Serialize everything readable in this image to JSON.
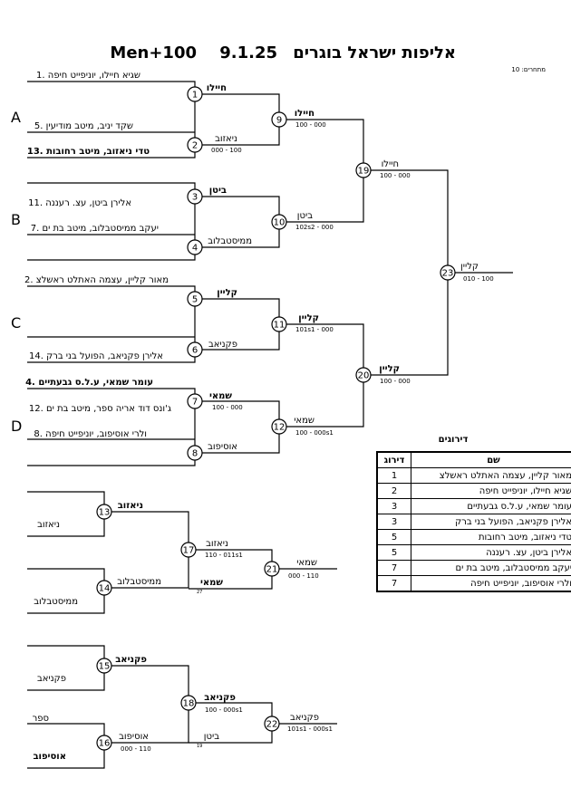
{
  "header": {
    "title": "אליפות ישראל בוגרים",
    "date": "9.1.25",
    "category": "Men+100",
    "participants": "מתחרים: 10"
  },
  "pools": [
    "A",
    "B",
    "C",
    "D"
  ],
  "entries": [
    {
      "text": "1. שגיא חיילו, יוניפייט חיפה",
      "bold": false
    },
    {
      "text": "5. שקד יניב, מיטב מודיעין",
      "bold": false
    },
    {
      "text": "13. טדי ניאזוב, מיטב רחובות",
      "bold": true
    },
    {
      "text": "11. אלירן ביטן, עצ. רעננה",
      "bold": false
    },
    {
      "text": "7. יעקב ממיסטבלוב, מיטב בת ים",
      "bold": false
    },
    {
      "text": "2. מאור קליין, עצמה האתלט ראשלצ",
      "bold": false
    },
    {
      "text": "14. אלירן פקניאב, הפועל בני ברק",
      "bold": false
    },
    {
      "text": "4. עומר שמאי, ע.ל.ס גבעתיים",
      "bold": true
    },
    {
      "text": "12. ג'ונס דוד אריה ספר, מיטב בת ים",
      "bold": false
    },
    {
      "text": "8. ולרי אוסיפוב, יוניפייט חיפה",
      "bold": false
    }
  ],
  "matches": [
    {
      "id": "1",
      "top": "חיילו",
      "bottom": "",
      "score": ""
    },
    {
      "id": "2",
      "top": "ניאזוב",
      "bottom": "",
      "score": "000 - 100"
    },
    {
      "id": "3",
      "top": "ביטן",
      "bottom": "",
      "score": ""
    },
    {
      "id": "4",
      "top": "ממיסטבלוב",
      "bottom": "",
      "score": ""
    },
    {
      "id": "5",
      "top": "קליין",
      "bottom": "",
      "score": ""
    },
    {
      "id": "6",
      "top": "פקניאב",
      "bottom": "",
      "score": ""
    },
    {
      "id": "7",
      "top": "שמאי",
      "bottom": "",
      "score": "100 - 000"
    },
    {
      "id": "8",
      "top": "אוסיפוב",
      "bottom": "",
      "score": ""
    },
    {
      "id": "9",
      "top": "חיילו",
      "bottom": "",
      "score": "100 - 000"
    },
    {
      "id": "10",
      "top": "ביטן",
      "bottom": "",
      "score": "102s2 - 000"
    },
    {
      "id": "11",
      "top": "קליין",
      "bottom": "",
      "score": "101s1 - 000"
    },
    {
      "id": "12",
      "top": "שמאי",
      "bottom": "",
      "score": "100 - 000s1"
    },
    {
      "id": "19",
      "top": "חיילו",
      "bottom": "",
      "score": "100 - 000"
    },
    {
      "id": "20",
      "top": "קליין",
      "bottom": "",
      "score": "100 - 000"
    },
    {
      "id": "23",
      "top": "קליין",
      "bottom": "",
      "score": "010 - 100"
    }
  ],
  "repechage": {
    "r13_top": "ניאזוב",
    "r13_label": "ניאזוב",
    "r14_top": "ממיסטבלוב",
    "r14_label": "ממיסטבלוב",
    "r17_top": "ניאזוב",
    "r17_score": "110 - 011s1",
    "r17_bottom": "שמאי",
    "r17_small": "27",
    "r21_top": "שמאי",
    "r21_score": "000 - 110",
    "r15_top": "פקניאב",
    "r15_label": "פקניאב",
    "r16_top": "אוסיפוב",
    "r16_label1": "ספר",
    "r16_label2": "אוסיפוב",
    "r16_score": "000 - 110",
    "r18_top": "פקניאב",
    "r18_score": "100 - 000s1",
    "r18_bottom": "ביטן",
    "r18_small": "19",
    "r22_top": "פקניאב",
    "r22_score": "101s1 - 000s1"
  },
  "ranking": {
    "title": "דירוגים",
    "col_name": "שם",
    "col_rank": "דירוג",
    "rows": [
      {
        "name": "מאור קליין, עצמה האתלט ראשלצ",
        "rank": "1"
      },
      {
        "name": "שגיא חיילו, יוניפייט חיפה",
        "rank": "2"
      },
      {
        "name": "עומר שמאי, ע.ל.ס גבעתיים",
        "rank": "3"
      },
      {
        "name": "אלירן פקניאב, הפועל בני ברק",
        "rank": "3"
      },
      {
        "name": "טדי ניאזוב, מיטב רחובות",
        "rank": "5"
      },
      {
        "name": "אלירן ביטן, עצ. רעננה",
        "rank": "5"
      },
      {
        "name": "יעקב ממיסטבלוב, מיטב בת ים",
        "rank": "7"
      },
      {
        "name": "ולרי אוסיפוב, יוניפייט חיפה",
        "rank": "7"
      }
    ]
  }
}
